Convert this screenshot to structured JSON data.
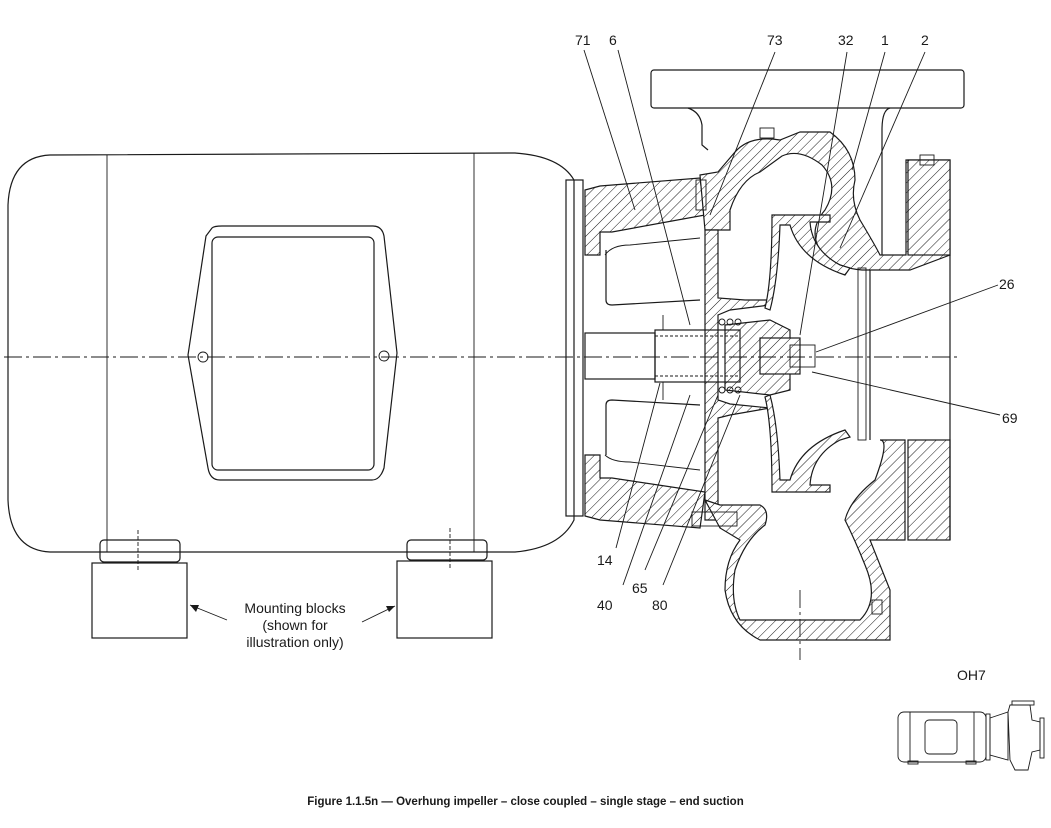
{
  "figure": {
    "caption": "Figure 1.1.5n — Overhung impeller – close coupled – single stage – end suction",
    "type_code": "OH7",
    "note": [
      "Mounting blocks",
      "(shown for",
      "illustration only)"
    ]
  },
  "callouts": [
    {
      "id": "71",
      "label": "71"
    },
    {
      "id": "6",
      "label": "6"
    },
    {
      "id": "73",
      "label": "73"
    },
    {
      "id": "32",
      "label": "32"
    },
    {
      "id": "1",
      "label": "1"
    },
    {
      "id": "2",
      "label": "2"
    },
    {
      "id": "26",
      "label": "26"
    },
    {
      "id": "69",
      "label": "69"
    },
    {
      "id": "14",
      "label": "14"
    },
    {
      "id": "40",
      "label": "40"
    },
    {
      "id": "65",
      "label": "65"
    },
    {
      "id": "80",
      "label": "80"
    }
  ],
  "colors": {
    "ink": "#1a1a1a",
    "paper": "#ffffff"
  }
}
